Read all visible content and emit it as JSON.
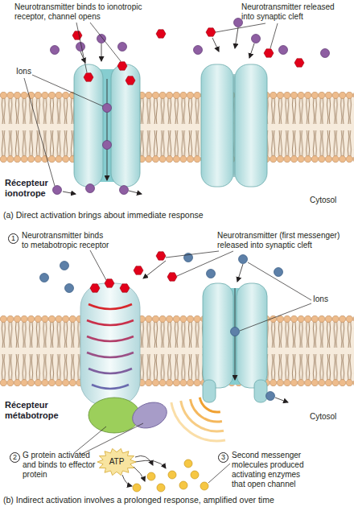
{
  "diagram": {
    "nodes": [
      {
        "text": [
          "ATP"
        ]
      }
    ],
    "labels": [
      "Neurotransmitter binds to ionotropic receptor, channel opens",
      "Neurotransmitter released into synaptic cleft",
      "Ions",
      "Récepteur ionotrope",
      "Cytosol",
      "(a) Direct activation brings about immediate response",
      "1",
      "Neurotransmitter binds to metabotropic receptor",
      "Neurotransmitter (first messenger) released into synaptic cleft",
      "Ions",
      "Récepteur métabotrope",
      "Cytosol",
      "2",
      "G protein activated and binds to effector protein",
      "3",
      "Second messenger molecules produced activating enzymes that open channel",
      "(b) Indirect activation involves a prolonged response, amplified over time"
    ]
  }
}
